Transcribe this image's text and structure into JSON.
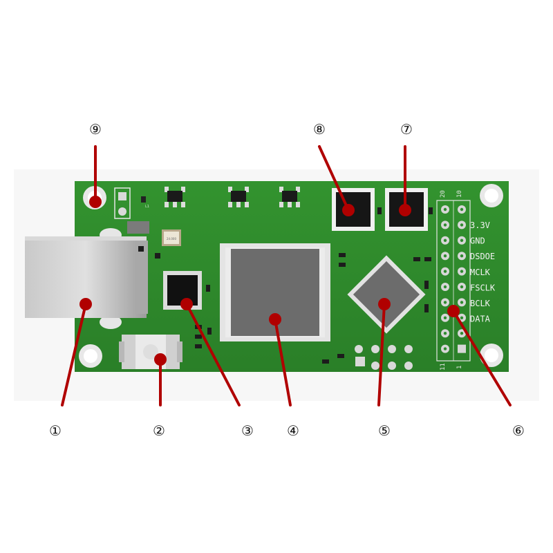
{
  "header_pins": {
    "numbers": {
      "top_left": "20",
      "top_right": "10",
      "bottom_left": "11",
      "bottom_right": "1"
    },
    "labels": [
      "3.3V",
      "GND",
      "DSDOE",
      "MCLK",
      "FSCLK",
      "BCLK",
      "DATA"
    ]
  },
  "board_marks": {
    "inductor": "L1",
    "crystal": "24.000"
  },
  "callouts": [
    {
      "id": "1",
      "symbol": "①",
      "target": "usb-b-connector"
    },
    {
      "id": "2",
      "symbol": "②",
      "target": "push-button"
    },
    {
      "id": "3",
      "symbol": "③",
      "target": "usb-interface-chip"
    },
    {
      "id": "4",
      "symbol": "④",
      "target": "main-processor"
    },
    {
      "id": "5",
      "symbol": "⑤",
      "target": "diamond-chip"
    },
    {
      "id": "6",
      "symbol": "⑥",
      "target": "i2s-output-header"
    },
    {
      "id": "7",
      "symbol": "⑦",
      "target": "oscillator-right"
    },
    {
      "id": "8",
      "symbol": "⑧",
      "target": "oscillator-left"
    },
    {
      "id": "9",
      "symbol": "⑨",
      "target": "mounting-hole"
    }
  ],
  "colors": {
    "pcb": "#2e8b2e",
    "pcb_dark": "#237023",
    "leader": "#b00000",
    "chip": "#6e6e6e",
    "header_pad": "#d7d7d7"
  }
}
